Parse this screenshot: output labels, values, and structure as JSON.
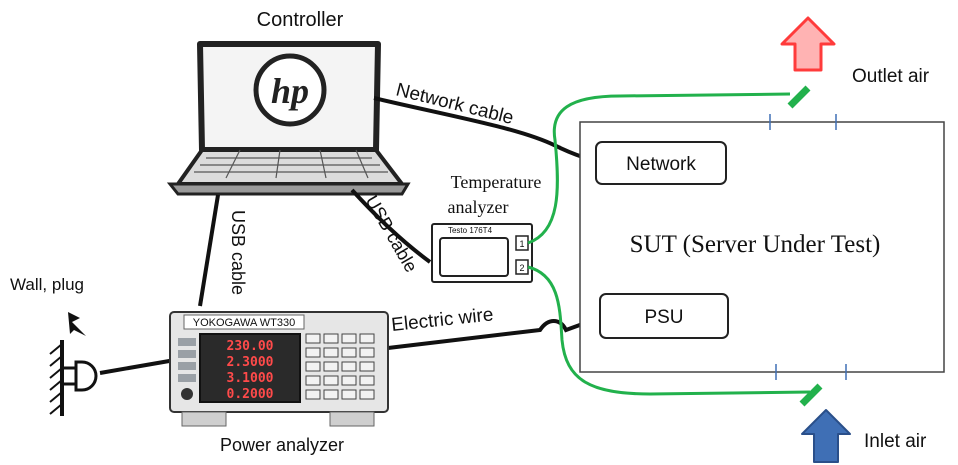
{
  "controller": {
    "title": "Controller",
    "logo": "hp"
  },
  "labels": {
    "network_cable": "Network cable",
    "usb_cable_left": "USB cable",
    "usb_cable_right": "USB cable",
    "wall_plug": "Wall, plug",
    "electric_wire": "Electric wire",
    "power_analyzer": "Power analyzer",
    "outlet_air": "Outlet air",
    "inlet_air": "Inlet air"
  },
  "temperature_analyzer": {
    "title_line1": "Temperature",
    "title_line2": "analyzer",
    "device_model": "Testo 176T4",
    "port1": "1",
    "port2": "2"
  },
  "power_meter": {
    "brand": "YOKOGAWA WT330",
    "readings": [
      "230.00",
      "2.3000",
      "3.1000",
      "0.2000"
    ]
  },
  "sut": {
    "title": "SUT (Server Under Test)",
    "network_box": "Network",
    "psu_box": "PSU"
  },
  "colors": {
    "probe_wire": "#22b14c",
    "outlet_arrow": "#ff3b3b",
    "inlet_arrow": "#3f6fb5",
    "display_digits": "#ff4a4a"
  }
}
